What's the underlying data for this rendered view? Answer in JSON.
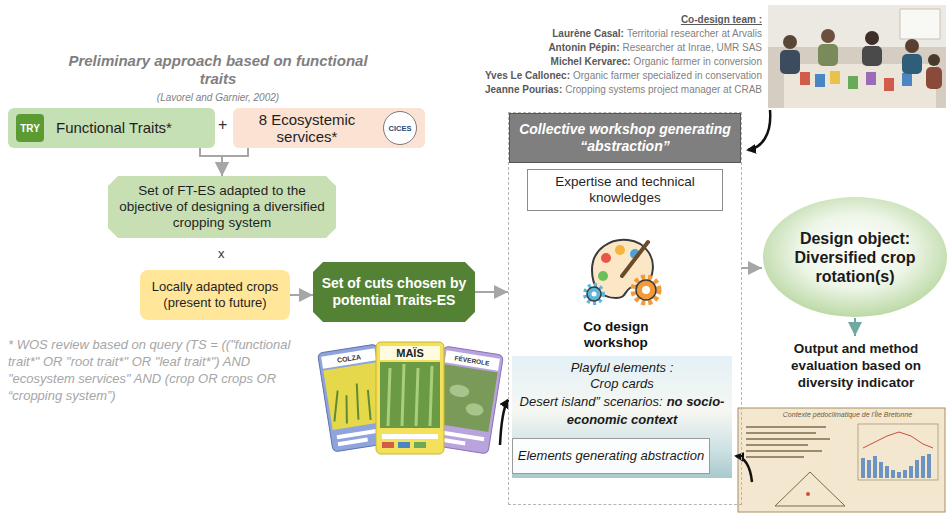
{
  "diagram": {
    "nodes": [
      {
        "text": [
          "Functional Traits*"
        ]
      },
      {
        "text": [
          "8 Ecosystemic services*"
        ]
      },
      {
        "text": [
          "CICES"
        ],
        "in": 1
      },
      {
        "text": [
          "Set of FT-ES adapted to the objective of designing a diversified cropping system"
        ]
      },
      {
        "text": [
          "Locally adapted crops (present to future)"
        ]
      },
      {
        "text": [
          "Set of cuts chosen by potential Traits-ES"
        ]
      },
      {
        "text": [
          "Collective workshop generating “abstraction”"
        ]
      },
      {
        "text": [
          "Expertise and technical knowledges"
        ],
        "in": 6
      },
      {
        "text": [
          "Co design workshop"
        ],
        "in": 6
      },
      {
        "text": [
          "Playful elements :",
          "Crop cards",
          "Desert island” scenarios:",
          "no socio-economic context"
        ],
        "in": 6
      },
      {
        "text": [
          "Elements generating abstraction"
        ],
        "in": 9
      },
      {
        "text": [
          "Design object: Diversified crop rotation(s)"
        ]
      },
      {
        "text": [
          "Output and method evaluation based on diversity indicator"
        ]
      }
    ],
    "edges": [
      {
        "from": 0,
        "to": 3,
        "arrow": "to"
      },
      {
        "from": 1,
        "to": 3,
        "arrow": "to"
      },
      {
        "from": 4,
        "to": 5,
        "arrow": "to"
      },
      {
        "from": 5,
        "to": 6,
        "arrow": "to"
      },
      {
        "from": 6,
        "to": 11,
        "arrow": "to"
      },
      {
        "from": 11,
        "to": 12,
        "arrow": "to"
      }
    ],
    "labels": [
      "Preliminary approach based on functional traits",
      "(Lavorel and Garnier, 2002)",
      "TRY",
      "+",
      "x",
      "* WOS review based on query (TS = ((\"functional trait*\" OR \"root trait*\" OR \"leaf trait*\") AND \"ecosystem services\" AND (crop OR crops OR “cropping system”)",
      "COLZA",
      "MAÏS",
      "FÉVEROLE",
      "Co-design team :",
      "Laurène Casal:",
      "Territorial researcher at Arvalis",
      "Antonin Pépin:",
      "Researcher at Inrae, UMR SAS",
      "Michel Kervarec:",
      "Organic farmer in conversion",
      "Yves Le Callonec:",
      "Organic farmer specialized in conservation",
      "Jeanne Pourias:",
      "Cropping systems project manager at CRAB",
      "Contexte pédoclimatique de l'Île Bretonne"
    ]
  }
}
